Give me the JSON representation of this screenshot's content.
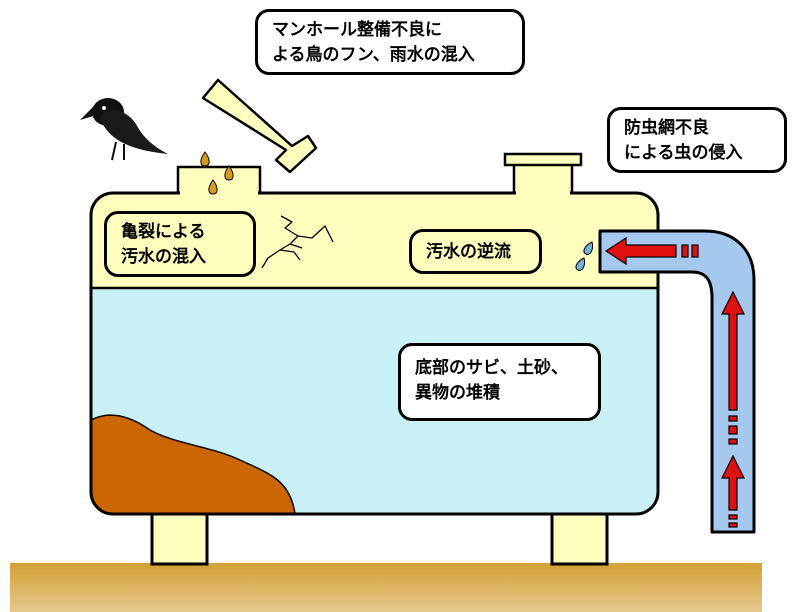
{
  "colors": {
    "tank_air": "#FFFFBE",
    "tank_water": "#C8F0F5",
    "sediment": "#CC6600",
    "ground_top": "#D2A034",
    "ground_bottom": "#E6C88C",
    "pipe": "#A5C8EE",
    "flow_arrow": "#E01010",
    "drop": "#D89A1C",
    "water_drop": "#6FB4E0",
    "outline": "#000000"
  },
  "callouts": {
    "manhole": {
      "line1": "マンホール整備不良に",
      "line2": "よる鳥のフン、雨水の混入"
    },
    "insect": {
      "line1": "防虫網不良",
      "line2": "による虫の侵入"
    },
    "crack": {
      "line1": "亀裂による",
      "line2": "汚水の混入"
    },
    "backflow": {
      "line1": "汚水の逆流"
    },
    "sediment": {
      "line1": "底部のサビ、土砂、",
      "line2": "異物の堆積"
    }
  },
  "icons": [
    "crow-icon",
    "manhole-lid-icon",
    "bird-droppings-icon",
    "crack-icon",
    "water-drop-icon",
    "flow-arrow-icon"
  ]
}
